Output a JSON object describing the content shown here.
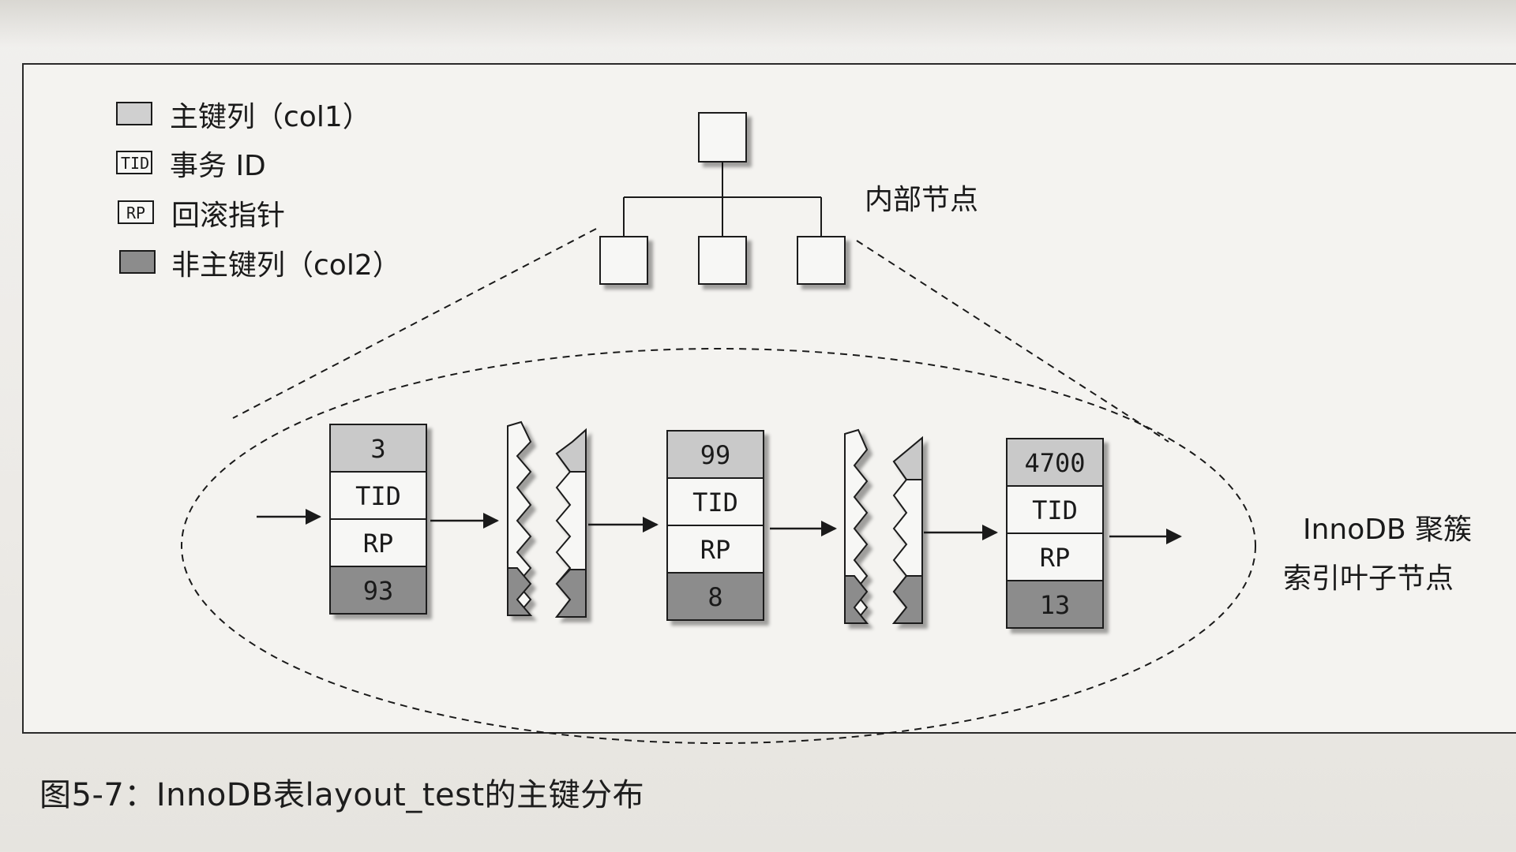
{
  "legend": [
    {
      "icon": "",
      "label": "主键列（col1）",
      "kind": "primary"
    },
    {
      "icon": "TID",
      "label": "事务 ID",
      "kind": "tid"
    },
    {
      "icon": "RP",
      "label": "回滚指针",
      "kind": "rp"
    },
    {
      "icon": "",
      "label": "非主键列（col2）",
      "kind": "nonkey"
    }
  ],
  "internal_node_label": "内部节点",
  "leaf_label": [
    "InnoDB 聚簇",
    "索引叶子节点"
  ],
  "pages": [
    {
      "key": "3",
      "tid": "TID",
      "rp": "RP",
      "col2": "93"
    },
    {
      "key": "99",
      "tid": "TID",
      "rp": "RP",
      "col2": "8"
    },
    {
      "key": "4700",
      "tid": "TID",
      "rp": "RP",
      "col2": "13"
    }
  ],
  "caption": "图5-7：InnoDB表layout_test的主键分布",
  "colors": {
    "primary_fill": "#c9c9c9",
    "nonkey_fill": "#8c8c8c",
    "white_fill": "#f7f7f5",
    "line": "#1a1a1a"
  }
}
